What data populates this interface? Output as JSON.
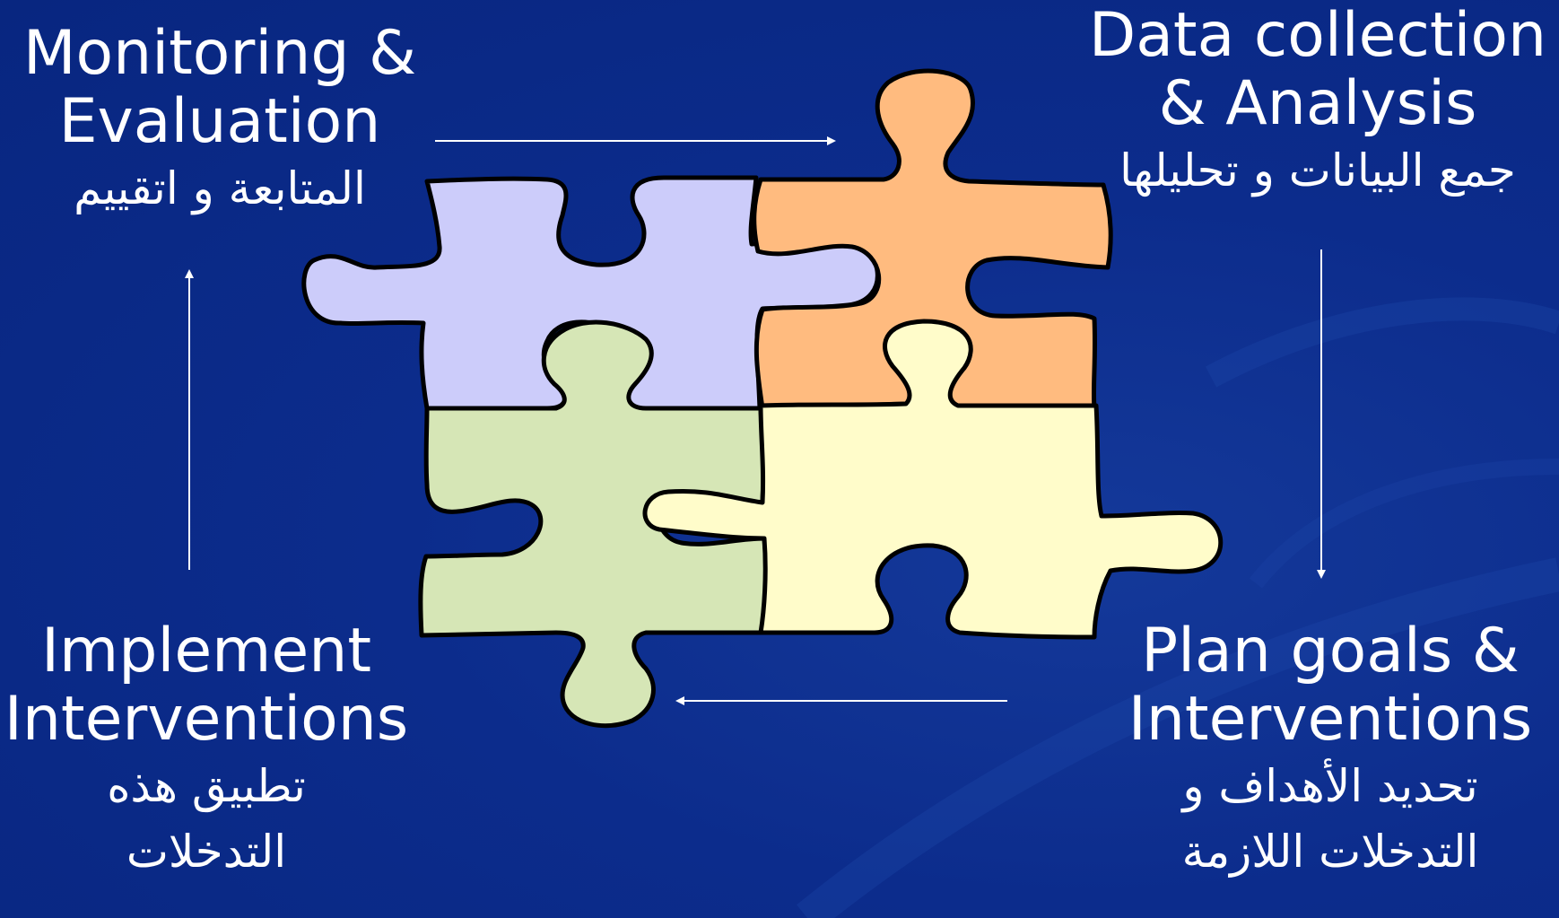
{
  "diagram": {
    "stages": [
      {
        "en_line1": "Monitoring &",
        "en_line2": "Evaluation",
        "ar_line1": "المتابعة و اتقييم",
        "ar_line2": ""
      },
      {
        "en_line1": "Data collection",
        "en_line2": "& Analysis",
        "ar_line1": "جمع البيانات و تحليلها",
        "ar_line2": ""
      },
      {
        "en_line1": "Plan goals &",
        "en_line2": "Interventions",
        "ar_line1": "تحديد الأهداف و",
        "ar_line2": "التدخلات اللازمة"
      },
      {
        "en_line1": "Implement",
        "en_line2": "Interventions",
        "ar_line1": "تطبيق هذه",
        "ar_line2": "التدخلات"
      }
    ],
    "colors": {
      "background": "#0c2c8c",
      "piece_top_left": "#ccccfa",
      "piece_top_right": "#ffbb7f",
      "piece_bottom_left": "#d6e6b6",
      "piece_bottom_right": "#fffcca",
      "arrow": "#ffffff"
    }
  }
}
